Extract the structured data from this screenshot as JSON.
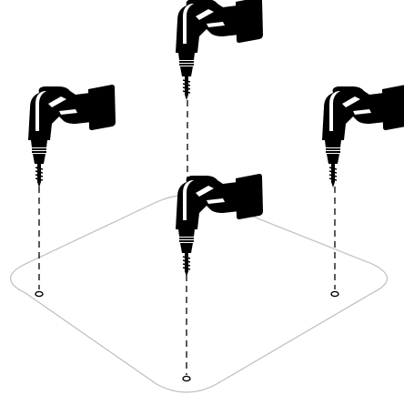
{
  "diagram": {
    "subject": "drill-installation-pattern",
    "drill_count": 4,
    "hole_count": 4,
    "icon_names": [
      "cordless-drill-icon",
      "screw-hole-icon",
      "guide-line",
      "surface-outline"
    ],
    "colors": {
      "ink": "#000000",
      "paper": "#ffffff",
      "surface_outline": "#bdbdbd"
    }
  }
}
